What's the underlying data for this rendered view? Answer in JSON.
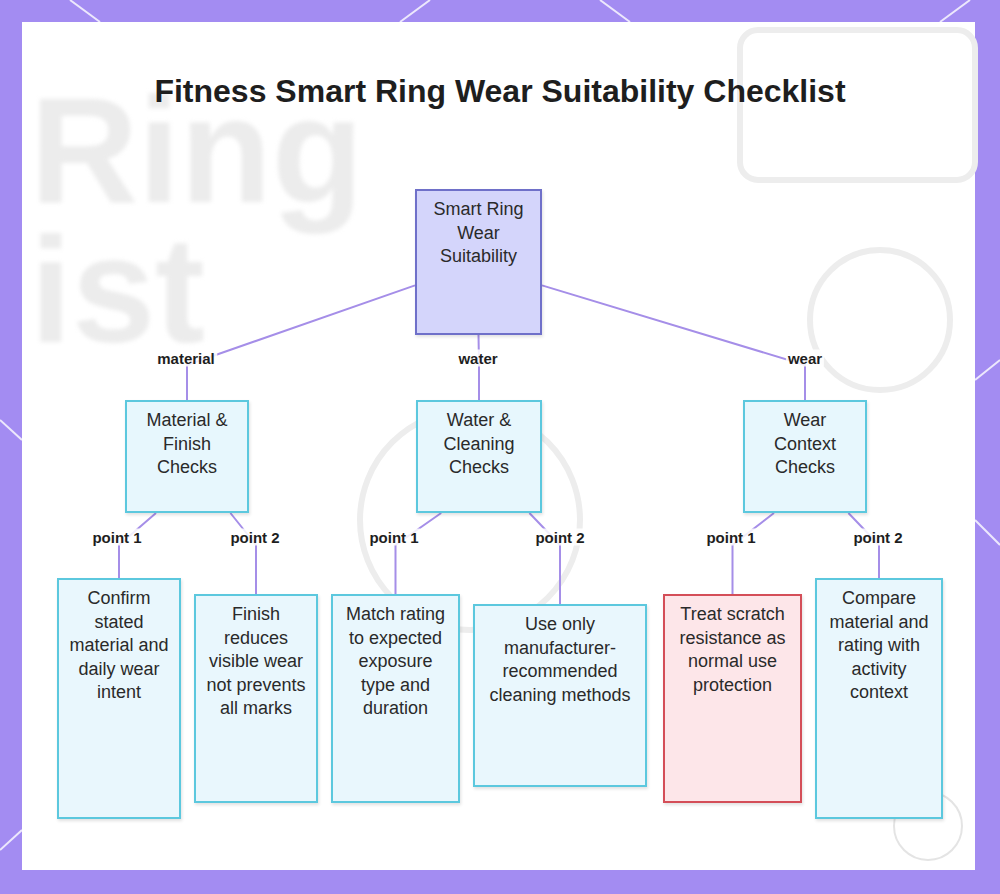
{
  "diagram": {
    "title": "Fitness Smart Ring Wear Suitability Checklist",
    "nodes": [
      {
        "text": [
          "Smart Ring Wear Suitability"
        ]
      },
      {
        "text": [
          "Material & Finish Checks"
        ]
      },
      {
        "text": [
          "Water & Cleaning Checks"
        ]
      },
      {
        "text": [
          "Wear Context Checks"
        ]
      },
      {
        "text": [
          "Confirm stated material and daily wear intent"
        ]
      },
      {
        "text": [
          "Finish reduces visible wear not prevents all marks"
        ]
      },
      {
        "text": [
          "Match rating to expected exposure type and duration"
        ]
      },
      {
        "text": [
          "Use only manufacturer-recommended cleaning methods"
        ]
      },
      {
        "text": [
          "Treat scratch resistance as normal use protection"
        ]
      },
      {
        "text": [
          "Compare material and rating with activity context"
        ]
      }
    ],
    "edges": [
      {
        "from": 0,
        "to": 1,
        "label": "material",
        "arrow": "none"
      },
      {
        "from": 0,
        "to": 2,
        "label": "water",
        "arrow": "none"
      },
      {
        "from": 0,
        "to": 3,
        "label": "wear",
        "arrow": "none"
      },
      {
        "from": 1,
        "to": 4,
        "label": "point 1",
        "arrow": "none"
      },
      {
        "from": 1,
        "to": 5,
        "label": "point 2",
        "arrow": "none"
      },
      {
        "from": 2,
        "to": 6,
        "label": "point 1",
        "arrow": "none"
      },
      {
        "from": 2,
        "to": 7,
        "label": "point 2",
        "arrow": "none"
      },
      {
        "from": 3,
        "to": 8,
        "label": "point 1",
        "arrow": "none"
      },
      {
        "from": 3,
        "to": 9,
        "label": "point 2",
        "arrow": "none"
      }
    ],
    "labels": [
      "Ring",
      "ist"
    ]
  }
}
